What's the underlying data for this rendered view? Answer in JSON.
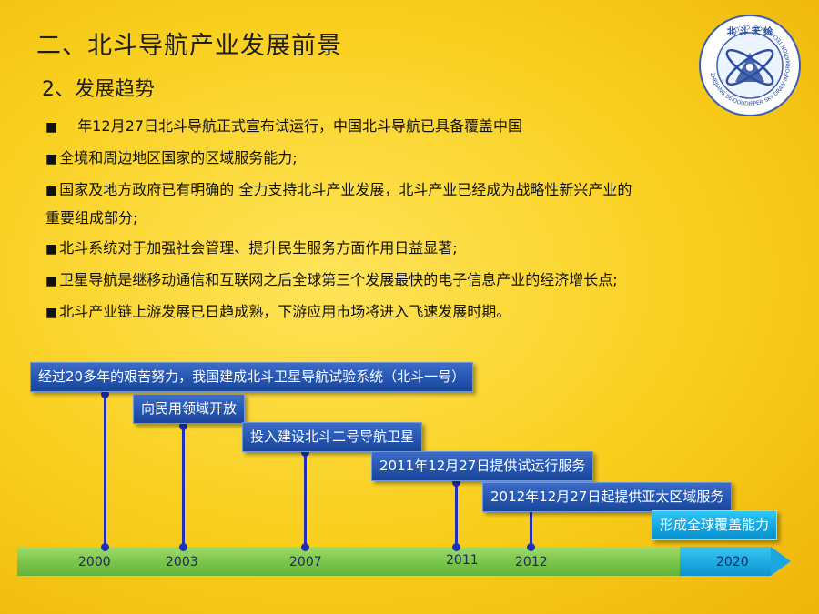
{
  "slide": {
    "title": "二、北斗导航产业发展前景",
    "subtitle": "2、发展趋势",
    "logo_text": "北 斗 天 绘",
    "logo_ring_text": "ZHEJIANG BEIDOUDIPPER SKY DRAW INFORMATION TECHNOLOGY CO.,LTD",
    "bullet_mark": "■"
  },
  "bullets": [
    {
      "text": "年12月27日北斗导航正式宣布试运行，中国北斗导航已具备覆盖中国",
      "cont": ""
    },
    {
      "text": "全境和周边地区国家的区域服务能力;",
      "cont": ""
    },
    {
      "text": "国家及地方政府已有明确的  全力支持北斗产业发展，北斗产业已经成为战略性新兴产业的",
      "cont": "重要组成部分;"
    },
    {
      "text": "北斗系统对于加强社会管理、提升民生服务方面作用日益显著;",
      "cont": ""
    },
    {
      "text": "卫星导航是继移动通信和互联网之后全球第三个发展最快的电子信息产业的经济增长点;",
      "cont": ""
    },
    {
      "text": "北斗产业链上游发展已日趋成熟，下游应用市场将进入飞速发展时期。",
      "cont": ""
    }
  ],
  "timeline": {
    "years": [
      "2000",
      "2003",
      "2007",
      "2011",
      "2012",
      "2020"
    ],
    "events": [
      "经过20多年的艰苦努力，我国建成北斗卫星导航试验系统（北斗一号）",
      "向民用领域开放",
      "投入建设北斗二号导航卫星",
      "2011年12月27日提供试运行服务",
      "2012年12月27日起提供亚太区域服务",
      "形成全球覆盖能力"
    ]
  },
  "colors": {
    "background": "#f9cf1d",
    "event_box": "#2456b2",
    "event_box_final": "#10a5e2",
    "timeline_green": "#79c44a",
    "timeline_blue": "#1aa7df",
    "stem": "#1f2fb8"
  }
}
